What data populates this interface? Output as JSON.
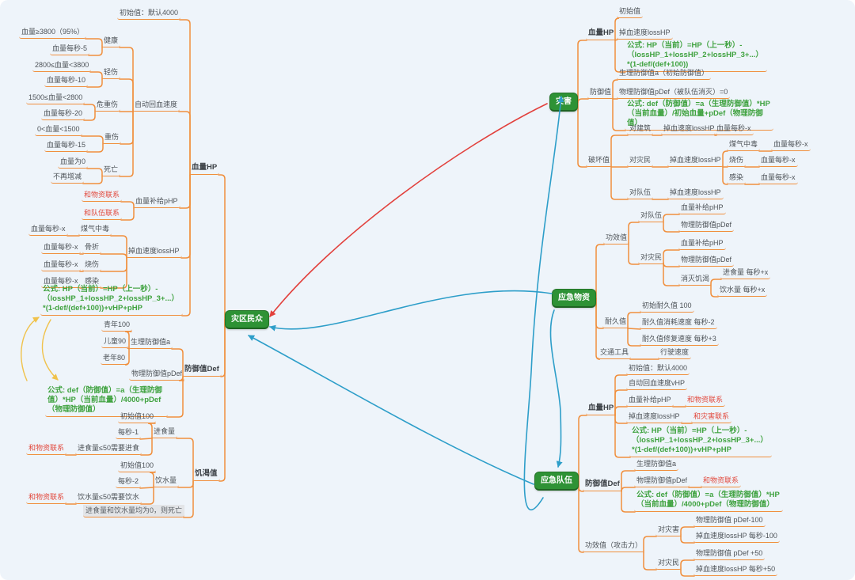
{
  "colors": {
    "bg": "#eef4fa",
    "orange": "#f08f3d",
    "green": "#2e9235",
    "fgreen": "#3fa23f",
    "red": "#e2493d",
    "ared": "#e2403c",
    "ablue": "#2d9ec9",
    "ayellow": "#f0c24b",
    "notebg": "#e3e5e8",
    "text": "#4e5358"
  },
  "nodes": {
    "mz": "灾区民众",
    "zh": "灾害",
    "wz": "应急物资",
    "dw": "应急队伍",
    "l_hp": "血量HP",
    "l_hp_init": "初始值：默认4000",
    "l_auto": "自动回血速度",
    "l_health": "健康",
    "l_health_a": "血量≥3800（95%）",
    "l_health_b": "血量每秒-5",
    "l_minor": "轻伤",
    "l_minor_a": "2800≤血量<3800",
    "l_minor_b": "血量每秒-10",
    "l_crit": "危重伤",
    "l_crit_a": "1500≤血量<2800",
    "l_crit_b": "血量每秒-20",
    "l_severe": "重伤",
    "l_severe_a": "0<血量<1500",
    "l_severe_b": "血量每秒-15",
    "l_death": "死亡",
    "l_death_a": "血量为0",
    "l_death_b": "不再增减",
    "l_php": "血量补给pHP",
    "l_php_a": "和物资联系",
    "l_php_b": "和队伍联系",
    "l_loss": "掉血速度lossHP",
    "l_gas": "煤气中毒",
    "l_gas_v": "血量每秒-x",
    "l_fracture": "骨折",
    "l_fracture_v": "血量每秒-x",
    "l_burn": "烧伤",
    "l_burn_v": "血量每秒-x",
    "l_infect": "感染",
    "l_infect_v": "血量每秒-x",
    "l_hp_formula": "公式: HP（当前）=HP（上一秒）-（lossHP_1+lossHP_2+lossHP_3+...）*(1-def/(def+100))+vHP+pHP",
    "l_def": "防御值Def",
    "l_def_a": "生理防御值a",
    "l_def_a1": "青年100",
    "l_def_a2": "儿童90",
    "l_def_a3": "老年80",
    "l_def_p": "物理防御值pDef",
    "l_def_formula": "公式: def（防御值）=a（生理防御值）*HP（当前血量）/4000+pDef（物理防御值）",
    "l_thirst": "饥渴值",
    "l_eat": "进食量",
    "l_eat_a": "初始值100",
    "l_eat_b": "每秒-1",
    "l_eat_c": "进食量≤50需要进食",
    "l_eat_r": "和物资联系",
    "l_drink": "饮水量",
    "l_drink_a": "初始值100",
    "l_drink_b": "每秒-2",
    "l_drink_c": "饮水量≤50需要饮水",
    "l_drink_r": "和物资联系",
    "l_note": "进食量和饮水量均为0，则死亡",
    "d_hp": "血量HP",
    "d_hp_init": "初始值",
    "d_hp_loss": "掉血速度lossHP",
    "d_hp_formula": "公式: HP（当前）=HP（上一秒）-（lossHP_1+lossHP_2+lossHP_3+...）*(1-def/(def+100))",
    "d_def": "防御值",
    "d_def_a": "生理防御值a（初始防御值）",
    "d_def_p": "物理防御值pDef（被队伍消灭）=0",
    "d_def_formula": "公式: def（防御值）=a（生理防御值）*HP（当前血量）/初始血量+pDef（物理防御值）",
    "d_dmg": "破坏值",
    "d_bld": "对建筑",
    "d_bld_loss": "掉血速度lossHP",
    "d_bld_v": "血量每秒-x",
    "d_civ": "对灾民",
    "d_civ_loss": "掉血速度lossHP",
    "d_civ_gas": "煤气中毒",
    "d_civ_gas_v": "血量每秒-x",
    "d_civ_burn": "烧伤",
    "d_civ_burn_v": "血量每秒-x",
    "d_civ_inf": "感染",
    "d_civ_inf_v": "血量每秒-x",
    "d_team": "对队伍",
    "d_team_loss": "掉血速度lossHP",
    "s_eff": "功效值",
    "s_team": "对队伍",
    "s_team_php": "血量补给pHP",
    "s_team_pdef": "物理防御值pDef",
    "s_civ": "对灾民",
    "s_civ_php": "血量补给pHP",
    "s_civ_pdef": "物理防御值pDef",
    "s_civ_hunger": "消灭饥渴",
    "s_civ_eat": "进食量 每秒+x",
    "s_civ_drink": "饮水量 每秒+x",
    "s_dur": "耐久值",
    "s_dur_a": "初始耐久值 100",
    "s_dur_b": "耐久值消耗速度 每秒-2",
    "s_dur_c": "耐久值修复速度 每秒+3",
    "s_veh": "交通工具",
    "s_veh_a": "行驶速度",
    "q_hp": "血量HP",
    "q_hp_init": "初始值：默认4000",
    "q_hp_auto": "自动回血速度vHP",
    "q_hp_php": "血量补给pHP",
    "q_hp_php_r": "和物资联系",
    "q_hp_loss": "掉血速度lossHP",
    "q_hp_loss_r": "和灾害联系",
    "q_hp_formula": "公式: HP（当前）=HP（上一秒）-（lossHP_1+lossHP_2+lossHP_3+...）*(1-def/(def+100))+vHP+pHP",
    "q_def": "防御值Def",
    "q_def_a": "生理防御值a",
    "q_def_p": "物理防御值pDef",
    "q_def_p_r": "和物资联系",
    "q_def_formula": "公式: def（防御值）=a（生理防御值）*HP（当前血量）/4000+pDef（物理防御值）",
    "q_eff": "功效值（攻击力）",
    "q_dis": "对灾害",
    "q_dis_a": "物理防御值 pDef-100",
    "q_dis_b": "掉血速度lossHP 每秒-100",
    "q_civ": "对灾民",
    "q_civ_a": "物理防御值 pDef +50",
    "q_civ_b": "掉血速度lossHP 每秒+50"
  },
  "relationships": [
    {
      "from": "灾害",
      "to": "灾区民众",
      "color": "red"
    },
    {
      "from": "应急物资",
      "to": "灾区民众",
      "color": "blue"
    },
    {
      "from": "应急队伍",
      "to": "灾区民众",
      "color": "blue"
    },
    {
      "from": "应急队伍",
      "to": "灾害",
      "color": "blue"
    },
    {
      "from": "应急物资",
      "to": "应急队伍",
      "color": "blue"
    },
    {
      "from": "防御值公式",
      "to": "血量公式",
      "color": "yellow"
    },
    {
      "from": "血量公式",
      "to": "防御值公式",
      "color": "yellow"
    }
  ]
}
